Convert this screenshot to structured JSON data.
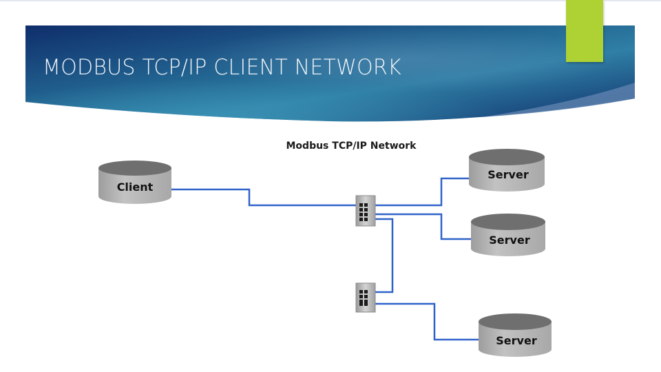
{
  "slide": {
    "title": "MODBUS TCP/IP CLIENT NETWORK",
    "colors": {
      "banner_dark": "#0f2e6b",
      "banner_mid": "#22628f",
      "banner_light": "#3e8fb2",
      "accent_green": "#aed134",
      "link_blue": "#2f62c9",
      "cylinder_body": "#b8b8b8",
      "cylinder_top": "#707070"
    }
  },
  "diagram": {
    "title": "Modbus TCP/IP Network",
    "nodes": [
      {
        "id": "client",
        "type": "cylinder",
        "label": "Client"
      },
      {
        "id": "switch1",
        "type": "switch",
        "label": ""
      },
      {
        "id": "switch2",
        "type": "switch",
        "label": ""
      },
      {
        "id": "server1",
        "type": "cylinder",
        "label": "Server"
      },
      {
        "id": "server2",
        "type": "cylinder",
        "label": "Server"
      },
      {
        "id": "server3",
        "type": "cylinder",
        "label": "Server"
      }
    ],
    "links": [
      {
        "from": "client",
        "to": "switch1"
      },
      {
        "from": "switch1",
        "to": "server1"
      },
      {
        "from": "switch1",
        "to": "server2"
      },
      {
        "from": "switch1",
        "to": "switch2"
      },
      {
        "from": "switch2",
        "to": "server3"
      }
    ]
  }
}
